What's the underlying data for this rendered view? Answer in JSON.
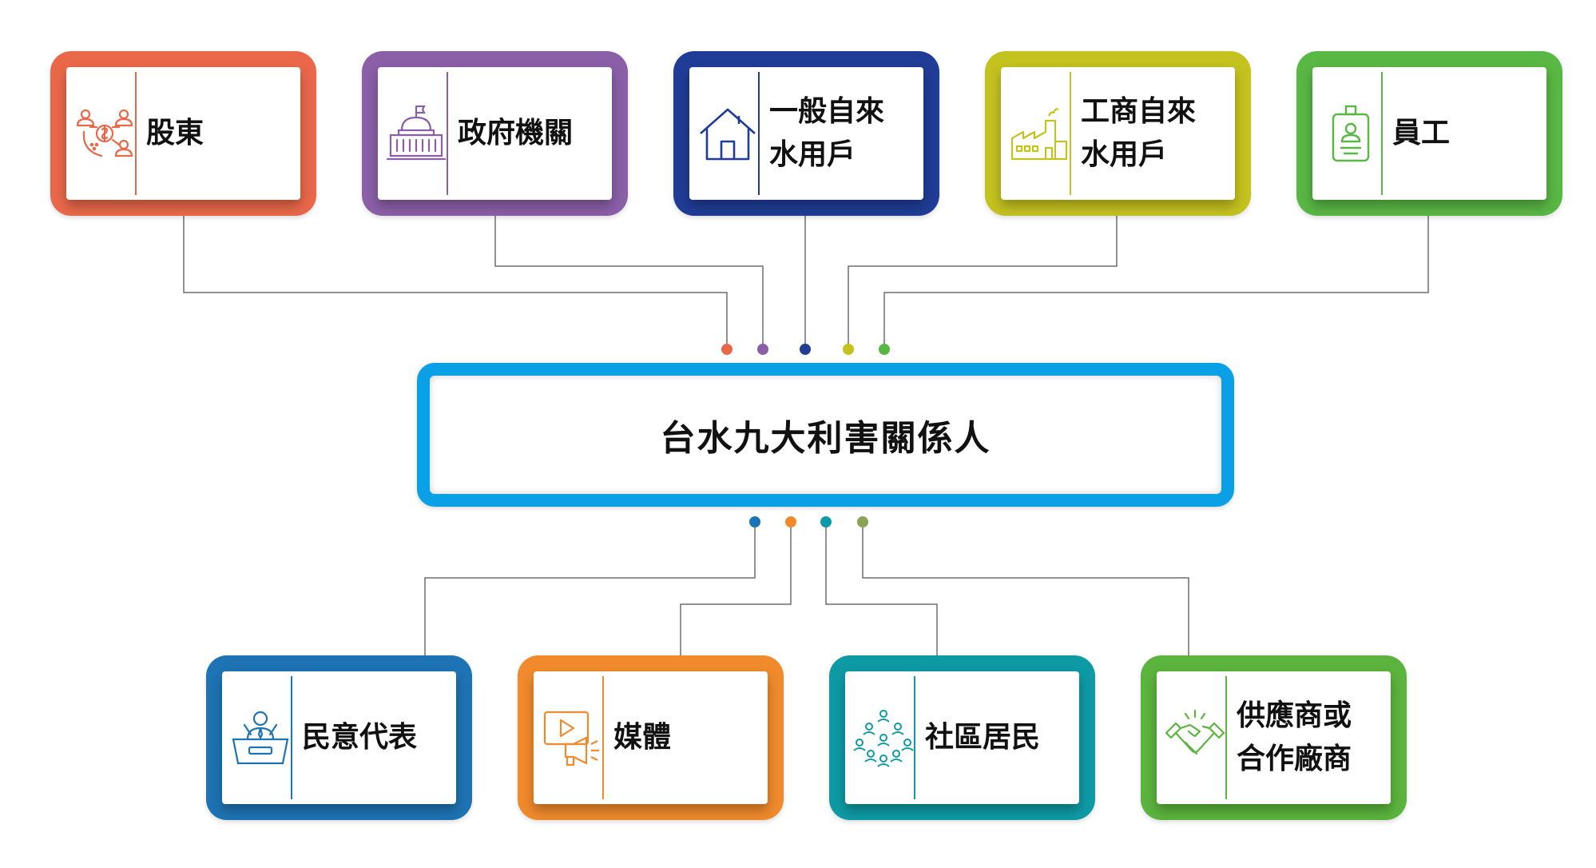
{
  "center": {
    "title": "台水九大利害關係人",
    "color": "#0aa0e6"
  },
  "stakeholders": [
    {
      "id": "shareholders",
      "label": "股東",
      "icon": "shareholder-network-icon",
      "color": "#e9684a"
    },
    {
      "id": "government",
      "label": "政府機關",
      "icon": "government-building-icon",
      "color": "#8a5fa8"
    },
    {
      "id": "households",
      "label": "一般自來\n水用戶",
      "icon": "house-icon",
      "color": "#1f3d96"
    },
    {
      "id": "industry",
      "label": "工商自來\n水用戶",
      "icon": "factory-icon",
      "color": "#c4c21f"
    },
    {
      "id": "employees",
      "label": "員工",
      "icon": "id-badge-icon",
      "color": "#59b744"
    },
    {
      "id": "legislators",
      "label": "民意代表",
      "icon": "speaker-podium-icon",
      "color": "#1e73b4"
    },
    {
      "id": "media",
      "label": "媒體",
      "icon": "media-megaphone-icon",
      "color": "#f08a2c"
    },
    {
      "id": "residents",
      "label": "社區居民",
      "icon": "community-people-icon",
      "color": "#0e9aa5"
    },
    {
      "id": "suppliers",
      "label": "供應商或\n合作廠商",
      "icon": "handshake-icon",
      "color": "#5bb43d"
    }
  ],
  "bottom_dot_colors": [
    "#1e73b4",
    "#f08a2c",
    "#0e9aa5",
    "#8aa456"
  ]
}
